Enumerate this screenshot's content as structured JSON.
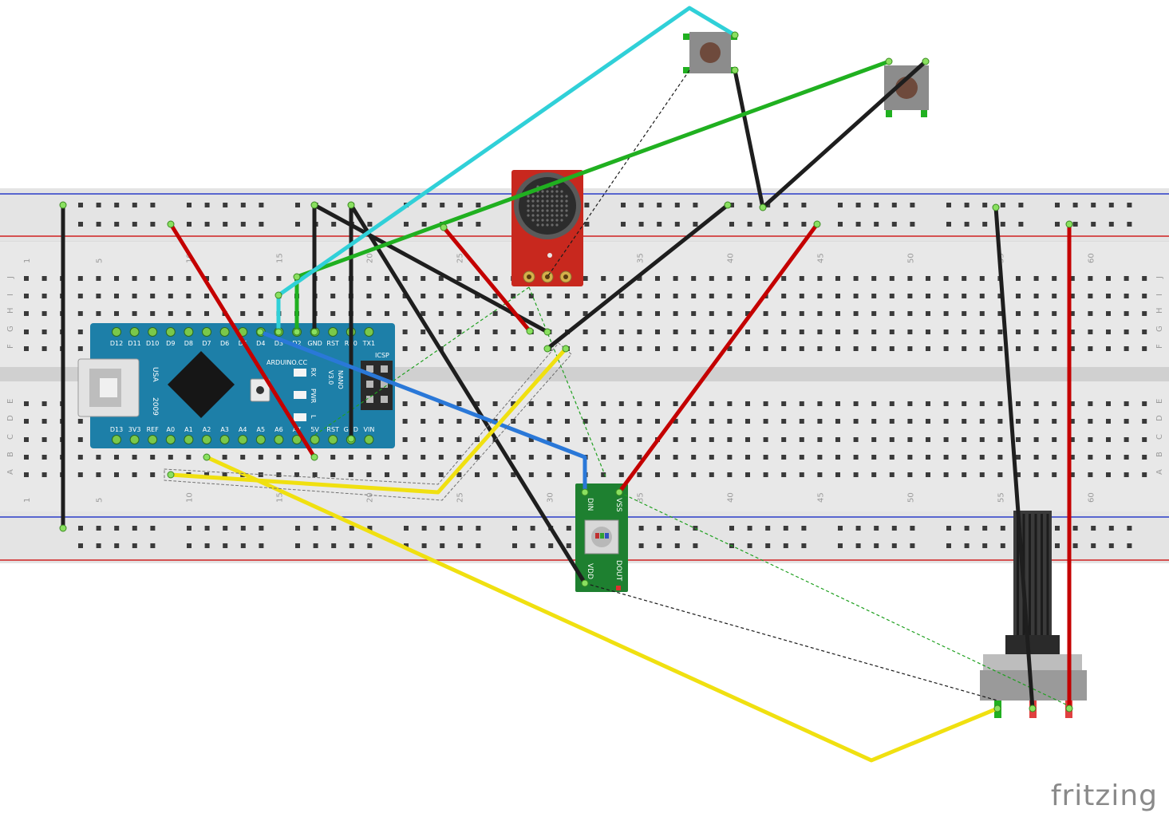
{
  "brand": "fritzing",
  "breadboard": {
    "column_numbers": [
      "1",
      "5",
      "10",
      "15",
      "20",
      "25",
      "30",
      "35",
      "40",
      "45",
      "50",
      "55",
      "60"
    ],
    "row_letters_top": [
      "J",
      "I",
      "H",
      "G",
      "F"
    ],
    "row_letters_bottom": [
      "E",
      "D",
      "C",
      "B",
      "A"
    ]
  },
  "nano": {
    "top_pins": [
      "D12",
      "D11",
      "D10",
      "D9",
      "D8",
      "D7",
      "D6",
      "D5",
      "D4",
      "D3",
      "D2",
      "GND",
      "RST",
      "RX0",
      "TX1"
    ],
    "bottom_pins": [
      "D13",
      "3V3",
      "REF",
      "A0",
      "A1",
      "A2",
      "A3",
      "A4",
      "A5",
      "A6",
      "A7",
      "5V",
      "RST",
      "GND",
      "VIN"
    ],
    "usa": "USA",
    "year": "2009",
    "maker": "ARDUINO.CC",
    "model": "NANO",
    "version": "V3.0",
    "rx": "RX",
    "pwr": "PWR",
    "l": "L",
    "icsp": "ICSP"
  },
  "led_module": {
    "din": "DIN",
    "vss": "VSS",
    "vdd": "VDD",
    "dout": "DOUT"
  },
  "colors": {
    "black_wire": "#1e1e1e",
    "red_wire": "#c40000",
    "green_wire": "#20b020",
    "cyan_wire": "#30d0d8",
    "blue_wire": "#2a78d8",
    "yellow_wire": "#f0e010",
    "nano_board": "#1d7fa8",
    "mic_board": "#c8281e",
    "led_board": "#1e8030"
  }
}
